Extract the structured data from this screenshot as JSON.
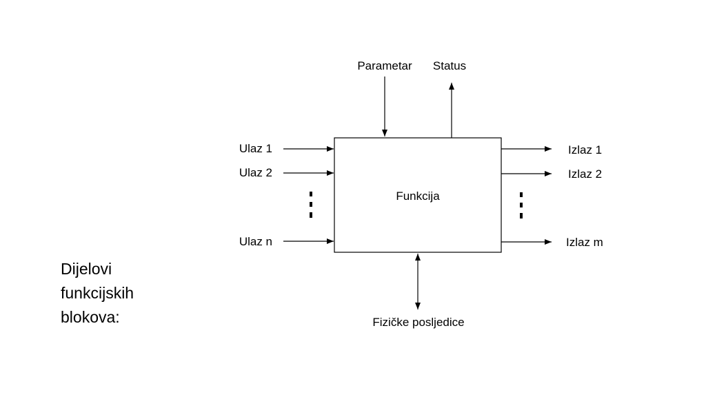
{
  "caption": {
    "lines": [
      "Dijelovi",
      "funkcijskih",
      "blokova:"
    ]
  },
  "diagram": {
    "block_label": "Funkcija",
    "top_inputs": {
      "parameter": "Parametar",
      "status": "Status"
    },
    "bottom": {
      "physical_effects": "Fizičke posljedice"
    },
    "inputs": [
      "Ulaz 1",
      "Ulaz 2",
      "Ulaz n"
    ],
    "outputs": [
      "Izlaz 1",
      "Izlaz 2",
      "Izlaz m"
    ],
    "colors": {
      "stroke": "#000000",
      "text": "#000000"
    }
  }
}
